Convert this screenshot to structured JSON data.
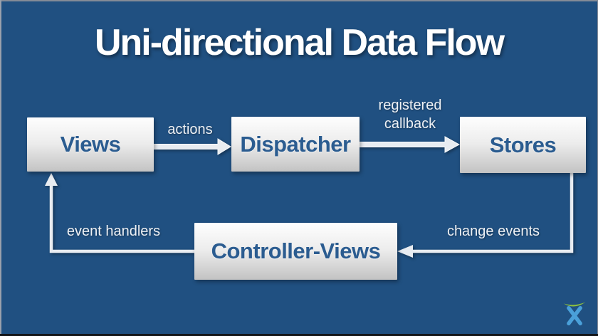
{
  "diagram": {
    "title": "Uni-directional Data Flow",
    "nodes": [
      {
        "id": "views",
        "label": "Views"
      },
      {
        "id": "dispatcher",
        "label": "Dispatcher"
      },
      {
        "id": "stores",
        "label": "Stores"
      },
      {
        "id": "controller_views",
        "label": "Controller-Views"
      }
    ],
    "edges": [
      {
        "from": "views",
        "to": "dispatcher",
        "label": "actions"
      },
      {
        "from": "dispatcher",
        "to": "stores",
        "label": "registered callback"
      },
      {
        "from": "stores",
        "to": "controller_views",
        "label": "change events"
      },
      {
        "from": "controller_views",
        "to": "views",
        "label": "event handlers"
      }
    ],
    "colors": {
      "background": "#205081",
      "title_text": "#ffffff",
      "node_text": "#2b5c90",
      "node_fill_top": "#fefefe",
      "node_fill_bottom": "#c3c3c3",
      "arrow": "#e8ecf1",
      "edge_label_text": "#eef1f5",
      "logo_green": "#8cbf3f",
      "logo_blue": "#4aa0d9"
    },
    "logo": {
      "icon": "atlassian-charlie-logo"
    }
  }
}
